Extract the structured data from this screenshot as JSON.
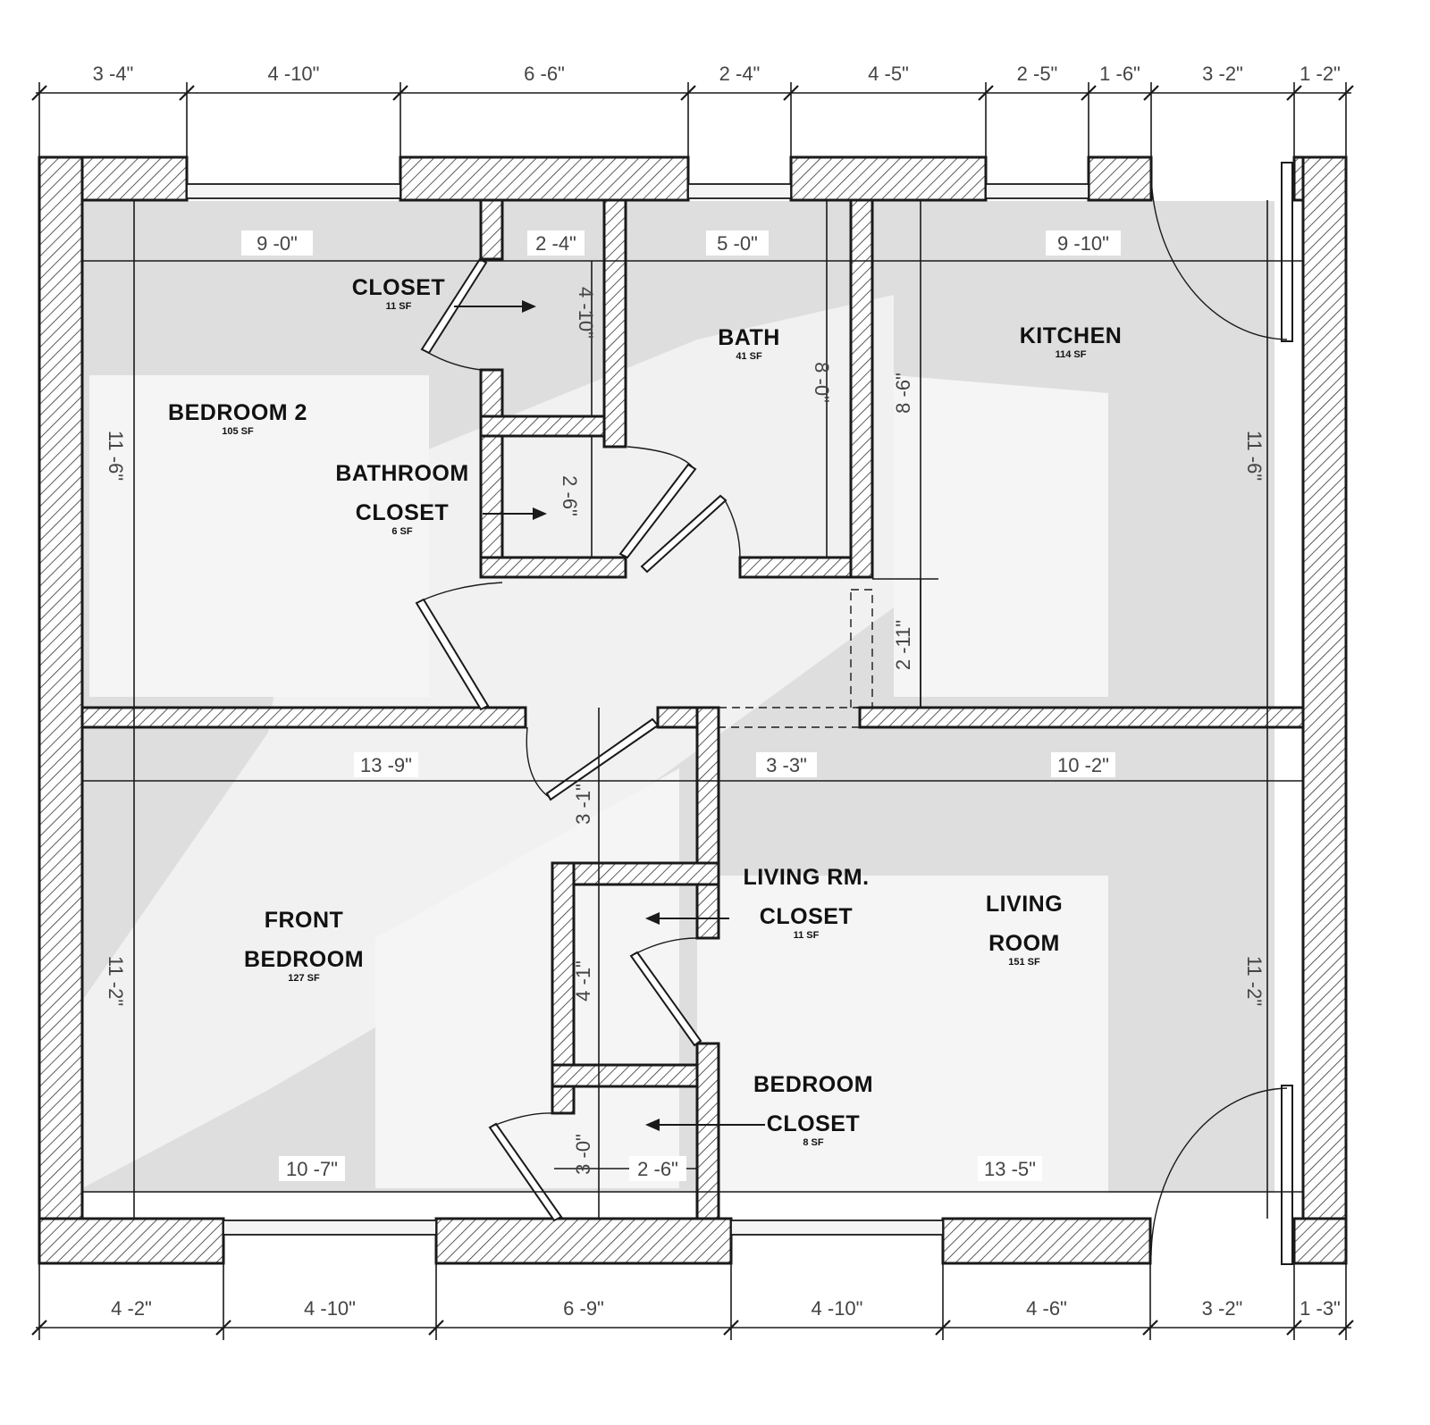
{
  "rooms": {
    "bedroom2": {
      "name": "BEDROOM 2",
      "area": "105 SF"
    },
    "closet": {
      "name": "CLOSET",
      "area": "11 SF"
    },
    "bathroom_closet": {
      "line1": "BATHROOM",
      "line2": "CLOSET",
      "area": "6 SF"
    },
    "bath": {
      "name": "BATH",
      "area": "41 SF"
    },
    "kitchen": {
      "name": "KITCHEN",
      "area": "114 SF"
    },
    "front_bedroom": {
      "line1": "FRONT",
      "line2": "BEDROOM",
      "area": "127 SF"
    },
    "living_rm_closet": {
      "line1": "LIVING RM.",
      "line2": "CLOSET",
      "area": "11 SF"
    },
    "living_room": {
      "line1": "LIVING",
      "line2": "ROOM",
      "area": "151 SF"
    },
    "bedroom_closet": {
      "line1": "BEDROOM",
      "line2": "CLOSET",
      "area": "8 SF"
    }
  },
  "dimensions": {
    "top": [
      "3 -4\"",
      "4 -10\"",
      "6 -6\"",
      "2 -4\"",
      "4 -5\"",
      "2 -5\"",
      "1 -6\"",
      "3 -2\"",
      "1 -2\""
    ],
    "bottom": [
      "4 -2\"",
      "4 -10\"",
      "6 -9\"",
      "4 -10\"",
      "4 -6\"",
      "3 -2\"",
      "1 -3\""
    ],
    "interior": {
      "bedroom2_width": "9 -0\"",
      "closet_width": "2 -4\"",
      "bath_width": "5 -0\"",
      "kitchen_width": "9 -10\"",
      "closet_depth": "4 -10\"",
      "bath_closet_depth": "2 -6\"",
      "bath_depth": "8 -0\"",
      "kitchen_depth_left": "8 -6\"",
      "opening": "2 -11\"",
      "bedroom2_depth": "11 -6\"",
      "kitchen_depth": "11 -6\"",
      "front_bedroom_span": "13 -9\"",
      "hall_width": "3 -3\"",
      "living_span": "10 -2\"",
      "hall_depth": "3 -1\"",
      "lr_closet_depth": "4 -1\"",
      "front_bedroom_depth": "11 -2\"",
      "living_depth": "11 -2\"",
      "front_bedroom_width": "10 -7\"",
      "bedroom_closet_width": "2 -6\"",
      "bedroom_closet_depth": "3 -0\"",
      "living_width": "13 -5\""
    }
  }
}
